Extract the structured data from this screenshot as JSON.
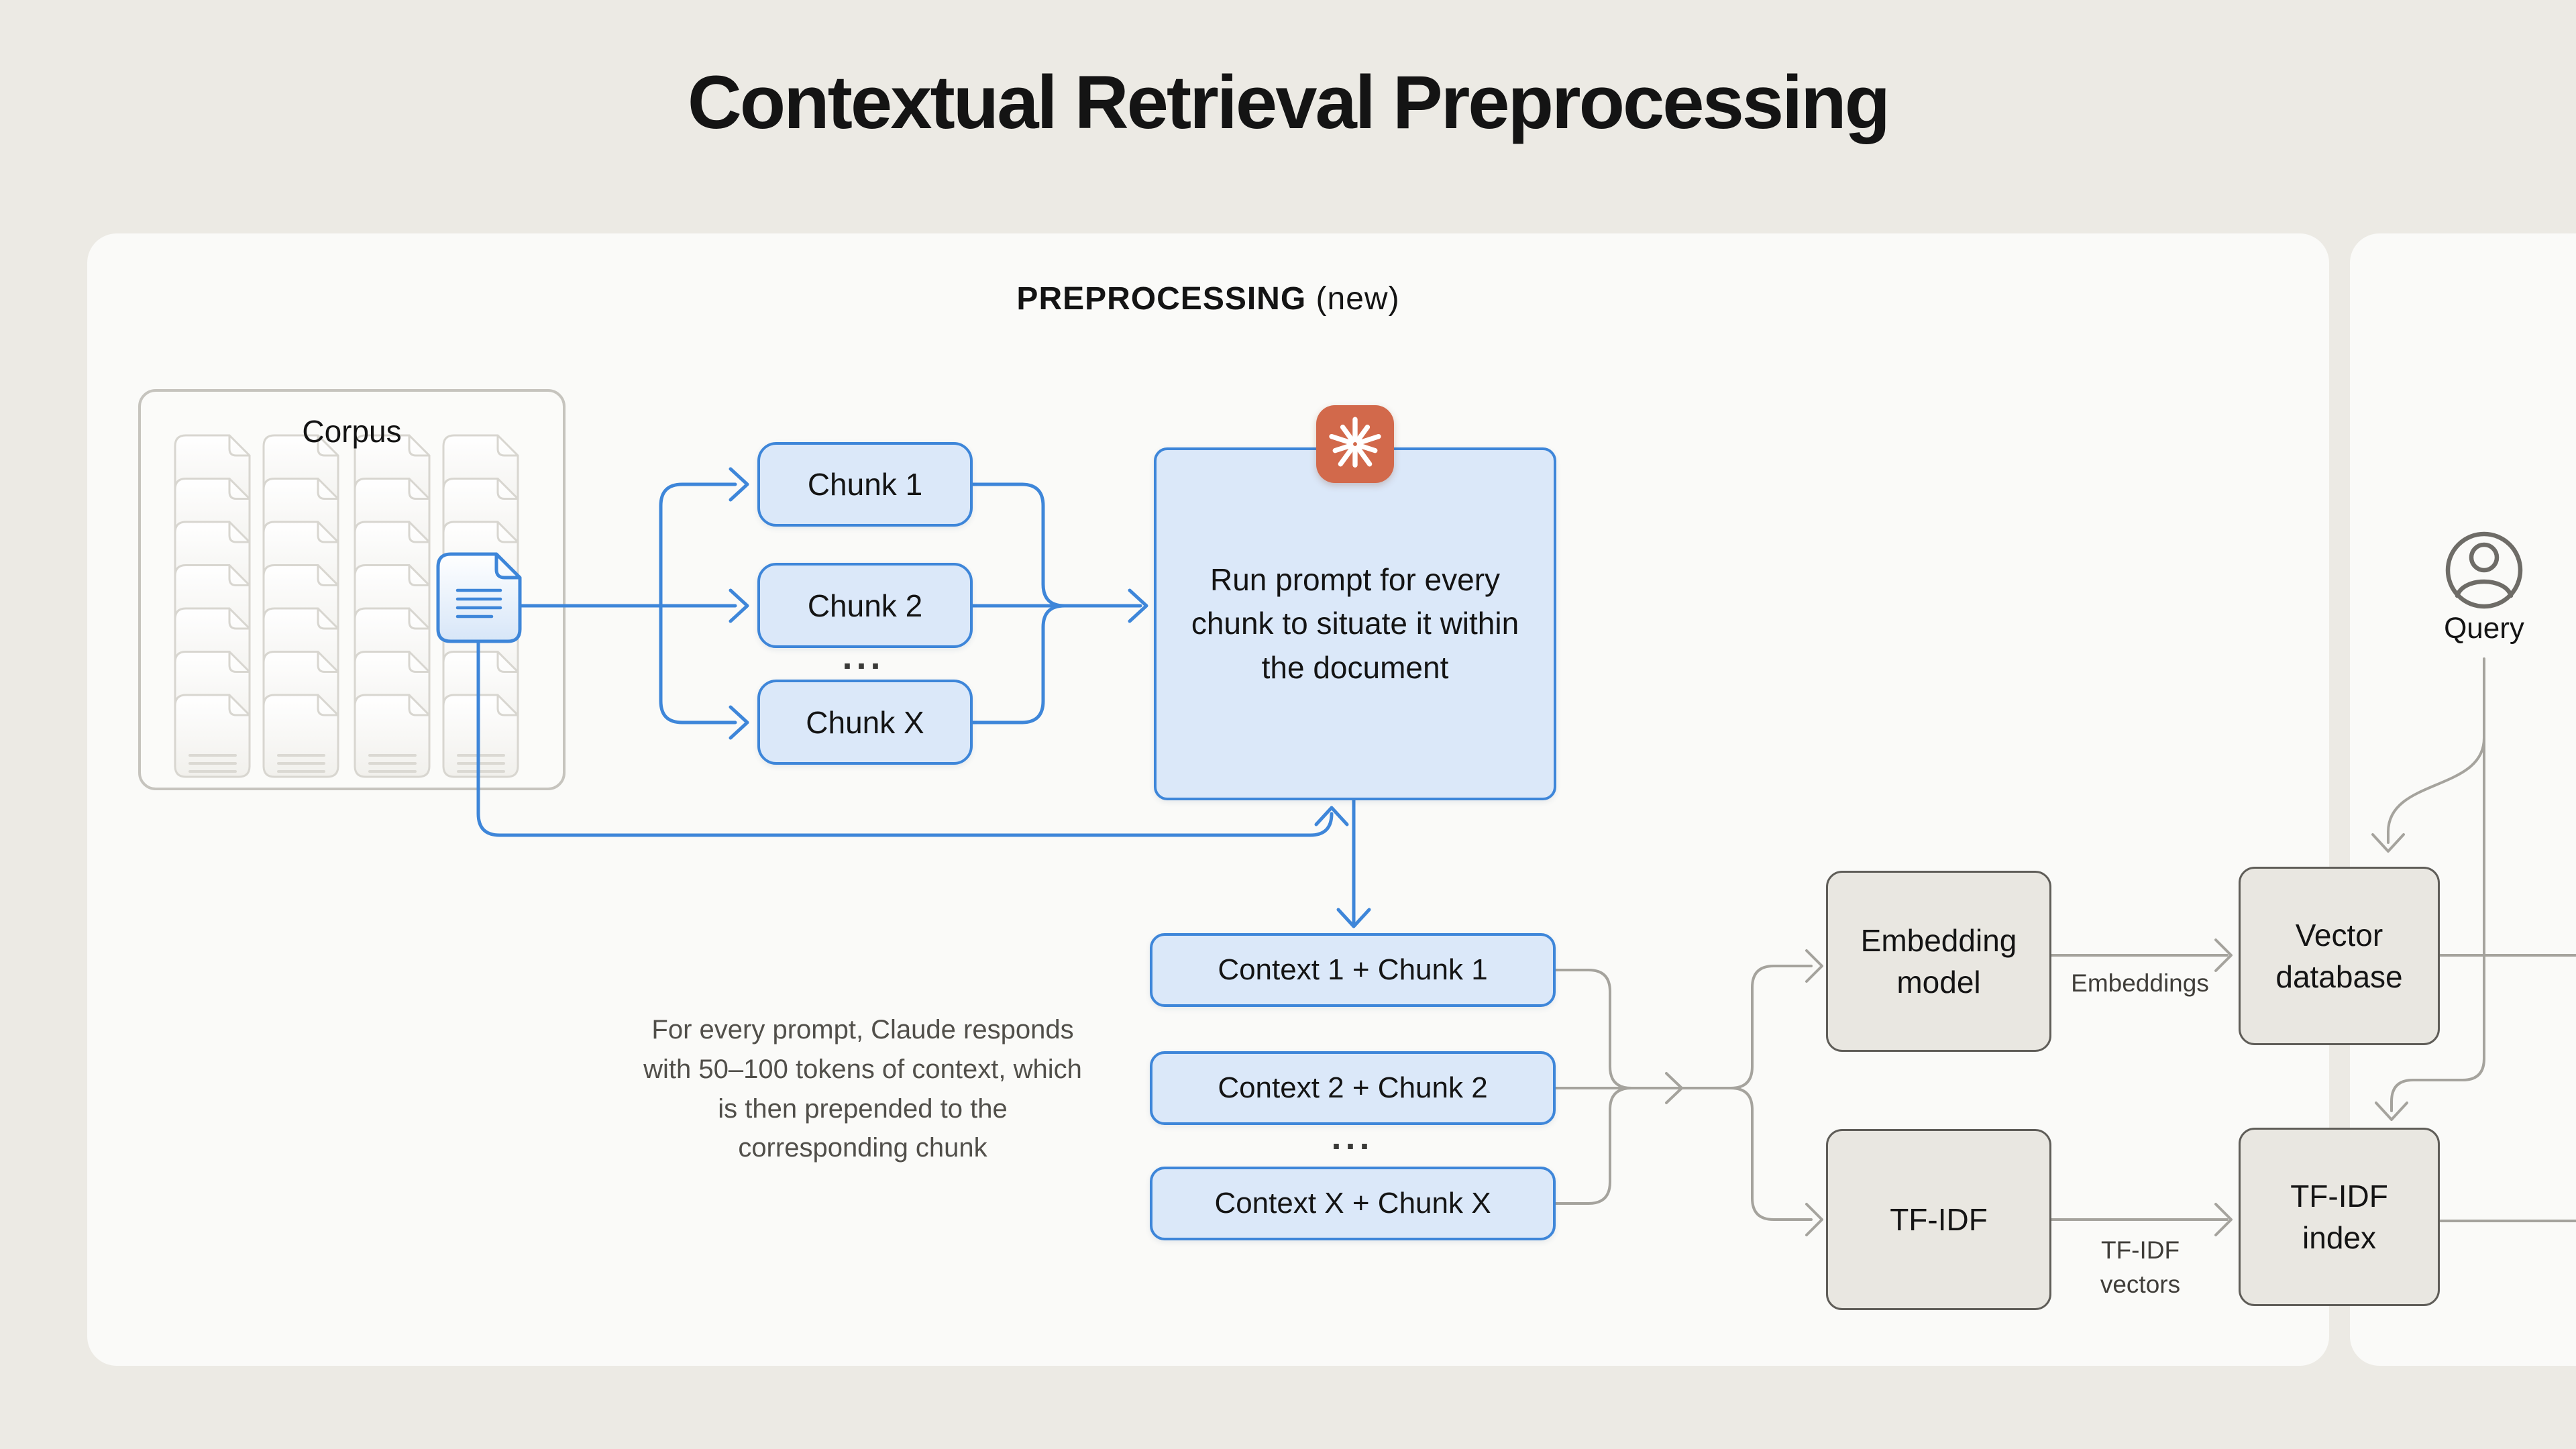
{
  "title": "Contextual Retrieval Preprocessing",
  "panels": {
    "preprocessing": {
      "label_strong": "PREPROCESSING",
      "label_paren": "(new)"
    },
    "query": {
      "label": "Query"
    }
  },
  "corpus": {
    "label": "Corpus"
  },
  "chunks": {
    "items": [
      "Chunk 1",
      "Chunk 2",
      "Chunk X"
    ],
    "ellipsis": "..."
  },
  "prompt_box": {
    "icon": "claude-spark-icon",
    "text": "Run prompt for every chunk to situate it within the document"
  },
  "caption": {
    "text": "For every prompt, Claude responds with 50–100 tokens of context, which is then prepended to the corresponding chunk"
  },
  "context_chunks": {
    "items": [
      "Context 1 + Chunk 1",
      "Context 2 + Chunk 2",
      "Context X + Chunk X"
    ],
    "ellipsis": "..."
  },
  "pipeline": {
    "embedding_model": "Embedding model",
    "vector_database": "Vector database",
    "tfidf": "TF-IDF",
    "tfidf_index": "TF-IDF index",
    "embeddings_label": "Embeddings",
    "tfidf_vectors_label": "TF-IDF vectors"
  },
  "colors": {
    "background": "#ECEAE4",
    "panel": "#FAFAF8",
    "accent_blue": "#3E86D9",
    "accent_blue_fill": "#DBE8F9",
    "claude_orange": "#D2694B",
    "gray_box_fill": "#E9E7E1",
    "connector_gray": "#A5A39D"
  }
}
